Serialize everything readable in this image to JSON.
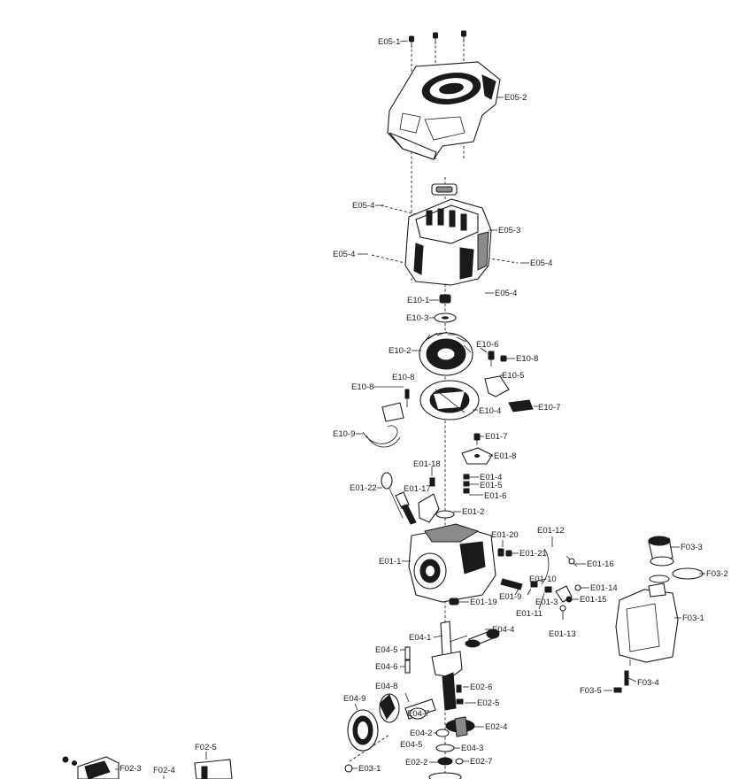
{
  "labels": {
    "e05_1": "E05-1",
    "e05_2": "E05-2",
    "e05_3": "E05-3",
    "e05_4a": "E05-4",
    "e05_4b": "E05-4",
    "e05_4c": "E05-4",
    "e05_4d": "E05-4",
    "e10_1": "E10-1",
    "e10_2": "E10-2",
    "e10_3": "E10-3",
    "e10_4": "E10-4",
    "e10_5": "E10-5",
    "e10_6": "E10-6",
    "e10_7": "E10-7",
    "e10_8a": "E10-8",
    "e10_8b": "E10-8",
    "e10_8c": "E10-8",
    "e10_9": "E10-9",
    "e01_1": "E01-1",
    "e01_2": "E01-2",
    "e01_3": "E01-3",
    "e01_4": "E01-4",
    "e01_5": "E01-5",
    "e01_6": "E01-6",
    "e01_7": "E01-7",
    "e01_8": "E01-8",
    "e01_9": "E01-9",
    "e01_10": "E01-10",
    "e01_11": "E01-11",
    "e01_12": "E01-12",
    "e01_13": "E01-13",
    "e01_14": "E01-14",
    "e01_15": "E01-15",
    "e01_16": "E01-16",
    "e01_17": "E01-17",
    "e01_18": "E01-18",
    "e01_19": "E01-19",
    "e01_20": "E01-20",
    "e01_21": "E01-21",
    "e01_22": "E01-22",
    "e04_1": "E04-1",
    "e04_2": "E04-2",
    "e04_3": "E04-3",
    "e04_4": "E04-4",
    "e04_5a": "E04-5",
    "e04_5b": "E04-5",
    "e04_6": "E04-6",
    "e04_7": "E04-7",
    "e04_8": "E04-8",
    "e04_9": "E04-9",
    "e02_2": "E02-2",
    "e02_4": "E02-4",
    "e02_5": "E02-5",
    "e02_6": "E02-6",
    "e02_7": "E02-7",
    "e03_1": "E03-1",
    "f03_1": "F03-1",
    "f03_2": "F03-2",
    "f03_3": "F03-3",
    "f03_4": "F03-4",
    "f03_5": "F03-5",
    "f02_3": "F02-3",
    "f02_4": "F02-4",
    "f02_5": "F02-5"
  }
}
